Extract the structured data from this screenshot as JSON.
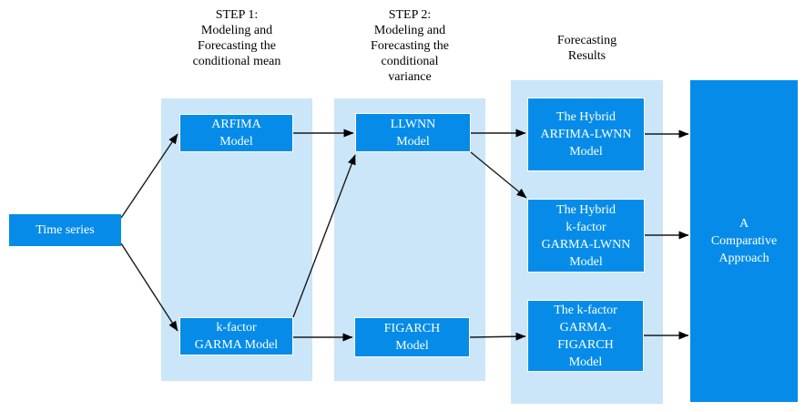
{
  "colors": {
    "node_fill": "#068ce8",
    "panel_fill": "#cbe6f8",
    "node_text": "#ffffff",
    "header_text": "#000000",
    "arrow": "#1a1a1a"
  },
  "headers": {
    "step1": "STEP 1:\nModeling and\nForecasting the\nconditional mean",
    "step2": "STEP 2:\nModeling and\nForecasting the\nconditional\nvariance",
    "results": "Forecasting\nResults"
  },
  "nodes": {
    "time_series": "Time series",
    "arfima": "ARFIMA\nModel",
    "kfactor_garma": "k-factor\nGARMA Model",
    "llwnn": "LLWNN\nModel",
    "figarch": "FIGARCH\nModel",
    "hybrid_arfima_lwnn": "The Hybrid\nARFIMA-LWNN\nModel",
    "hybrid_kfactor_garma_lwnn": "The Hybrid\nk-factor\nGARMA-LWNN\nModel",
    "kfactor_garma_figarch": "The k-factor\nGARMA-\nFIGARCH\nModel",
    "comparative_approach": "A\nComparative\nApproach"
  }
}
